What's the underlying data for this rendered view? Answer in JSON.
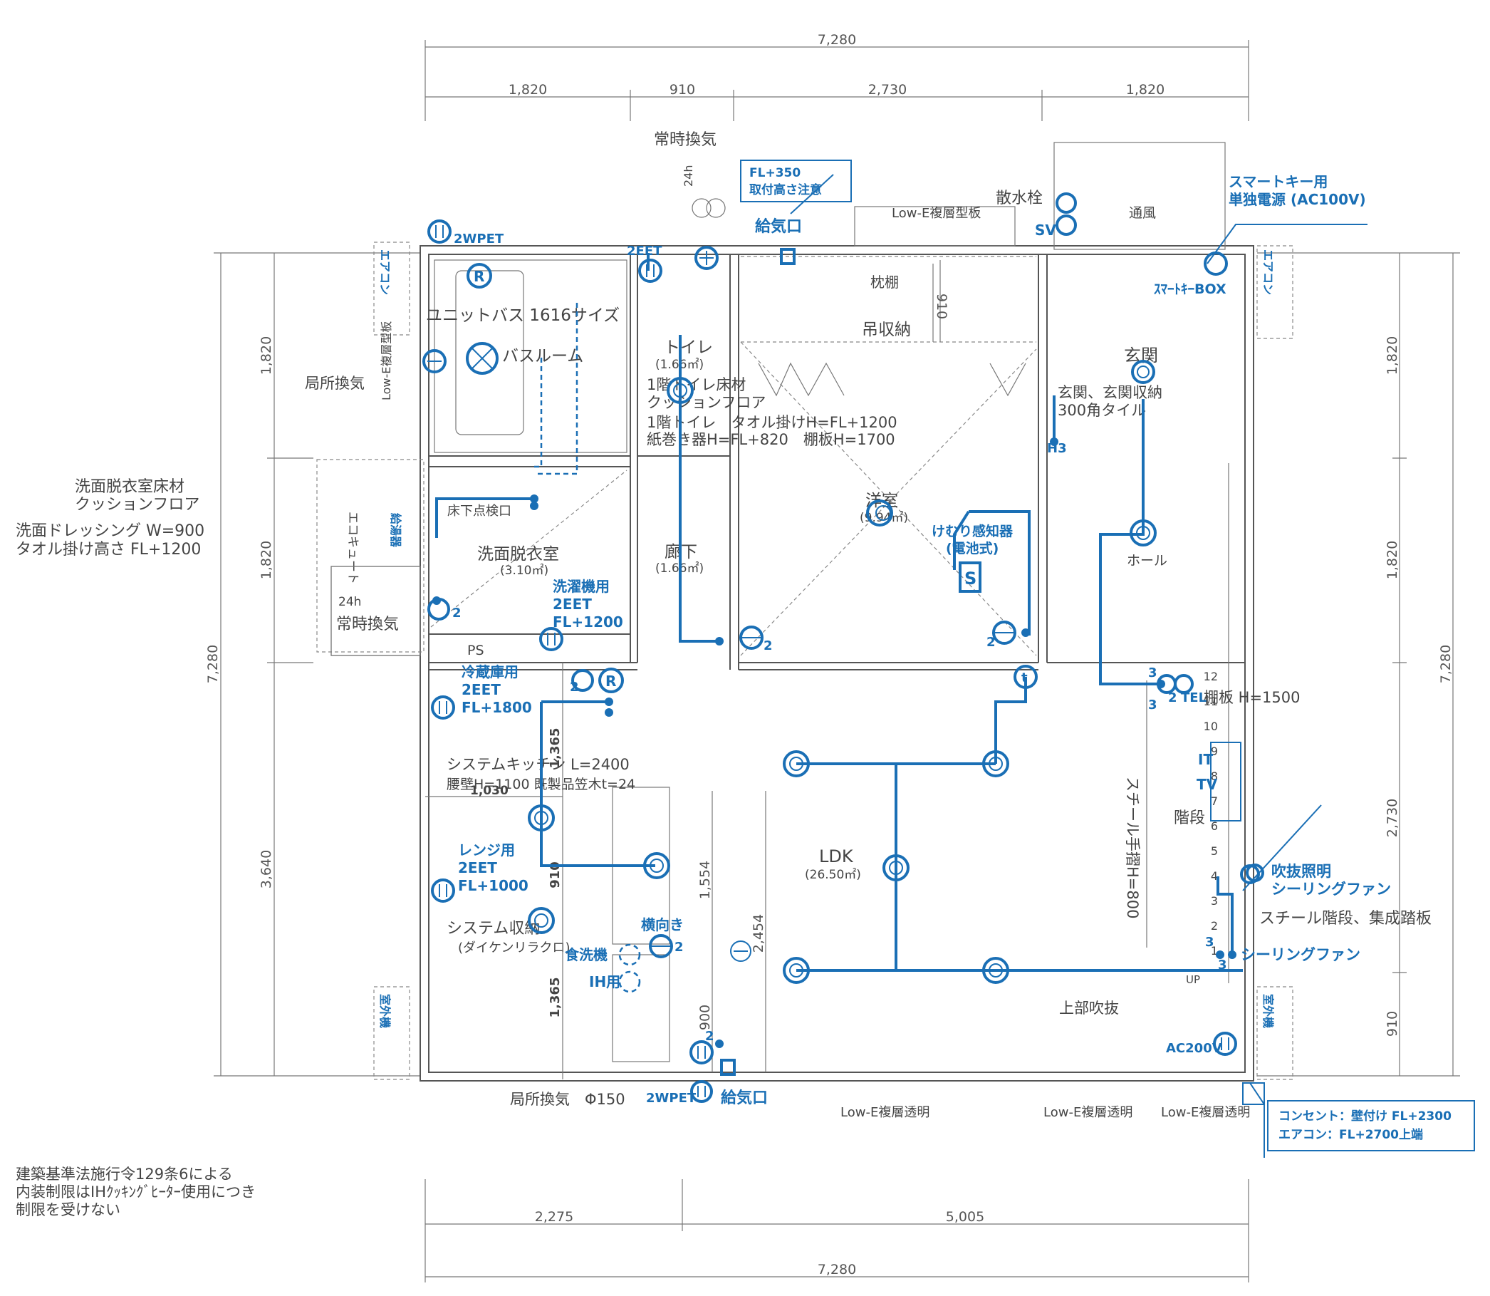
{
  "dimensions": {
    "total_top": "7,280",
    "total_bottom": "7,280",
    "total_left": "7,280",
    "total_right": "7,280",
    "top_segments": [
      "1,820",
      "910",
      "2,730",
      "1,820"
    ],
    "bottom_segments": [
      "2,275",
      "5,005"
    ],
    "left_segments": [
      "1,820",
      "1,820",
      "3,640"
    ],
    "right_segments": [
      "1,820",
      "1,820",
      "2,730",
      "910"
    ],
    "inner": {
      "d910_toilet": "910",
      "d1365_upper": "1,365",
      "d1030": "1,030",
      "d910_kitchen": "910",
      "d1365_lower": "1,365",
      "d1554": "1,554",
      "d2454": "2,454",
      "d900": "900"
    }
  },
  "rooms": {
    "bath": "ユニットバス 1616サイズ",
    "bathroom": "バスルーム",
    "toilet": "トイレ",
    "toilet_area": "(1.66㎡)",
    "toilet_note1": "1階トイレ床材",
    "toilet_note2": "クッションフロア",
    "toilet_note3": "1階トイレ　タオル掛けH=FL+1200",
    "toilet_note4": "紙巻き器H=FL+820　棚板H=1700",
    "pillow_shelf": "枕棚",
    "hanging_storage": "吊収納",
    "washroom": "洗面脱衣室",
    "washroom_area": "(3.10㎡)",
    "floor_inspection": "床下点検口",
    "corridor": "廊下",
    "corridor_area": "(1.66㎡)",
    "western_room": "洋室",
    "western_area": "(9.94㎡)",
    "entrance": "玄関",
    "entrance_note1": "玄関、玄関収納",
    "entrance_note2": "300角タイル",
    "hall": "ホール",
    "ldk": "LDK",
    "ldk_area": "(26.50㎡)",
    "kitchen1": "システムキッチン L=2400",
    "kitchen2": "腰壁H=1100 既製品笠木t=24",
    "storage1": "システム収納",
    "storage2": "(ダイケンリラクロ)",
    "stairs": "階段",
    "stair_rail": "スチール手摺H=800",
    "stair_note": "スチール階段、集成踏板",
    "shelf": "棚板 H=1500",
    "void": "上部吹抜",
    "ps": "PS"
  },
  "notes": {
    "constant_vent": "常時換気",
    "h24": "24h",
    "sprinkler": "散水栓",
    "sv": "SV",
    "lowe_frost": "Low-E複層型板",
    "ventilation": "通風",
    "local_vent": "局所換気",
    "local_vent_150": "局所換気　Φ150",
    "lowe_clear1": "Low-E複層透明",
    "lowe_clear2": "Low-E複層透明",
    "lowe_clear3": "Low-E複層透明",
    "lowe_left": "Low-E複層型板",
    "washroom_floor1": "洗面脱衣室床材",
    "washroom_floor2": "クッションフロア",
    "dressing1": "洗面ドレッシング W=900",
    "dressing2": "タオル掛け高さ FL+1200",
    "ecocute": "エコキュート",
    "ps_24h": "24h",
    "ps_const": "常時換気",
    "law1": "建築基準法施行令129条6による",
    "law2": "内装制限はIHｸｯｷﾝｸﾞﾋｰﾀｰ使用につき",
    "law3": "制限を受けない",
    "up": "UP",
    "stair_numbers": [
      "12",
      "11",
      "10",
      "9",
      "8",
      "7",
      "6",
      "5",
      "4",
      "3",
      "2",
      "1"
    ]
  },
  "electrical": {
    "fl350_1": "FL+350",
    "fl350_2": "取付高さ注意",
    "supply_top": "給気口",
    "supply_bottom": "給気口",
    "smartkey1": "スマートキー用",
    "smartkey2": "単独電源 (AC100V)",
    "smartkey_box": "ｽﾏｰﾄｷｰBOX",
    "wpet_top": "2WPET",
    "wpet_bottom": "2WPET",
    "eet_toilet": "2EET",
    "smoke1": "けむり感知器",
    "smoke2": "(電池式)",
    "washer1": "洗濯機用",
    "washer2": "2EET",
    "washer3": "FL+1200",
    "fridge1": "冷蔵庫用",
    "fridge2": "2EET",
    "fridge3": "FL+1800",
    "range1": "レンジ用",
    "range2": "2EET",
    "range3": "FL+1000",
    "horizontal": "横向き",
    "dishwasher": "食洗機",
    "ih": "IH用",
    "ac200": "AC200V",
    "tel": "TEL",
    "it": "IT",
    "tv": "TV",
    "ceiling_fan1": "吹抜照明",
    "ceiling_fan2": "シーリングファン",
    "ceiling_fan3": "シーリングファン",
    "outlet1": "コンセント：壁付け FL+2300",
    "outlet2": "エアコン：FL+2700上端",
    "aircon": "エアコン",
    "aircon_unit": "室外機",
    "gas_meter": "給湯器",
    "h3": "H3",
    "n2": "2",
    "n3": "3",
    "r": "R",
    "s": "S",
    "t": "t"
  },
  "colors": {
    "blue": "#1a6fb5",
    "line": "#555555"
  }
}
